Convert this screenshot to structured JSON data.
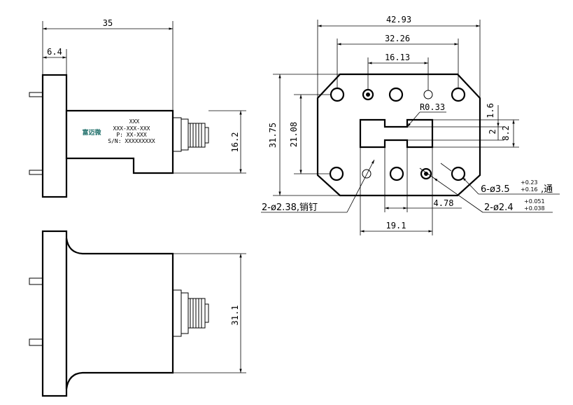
{
  "side_view": {
    "dim_length": "35",
    "dim_flange": "6.4",
    "dim_height": "16.2",
    "label_lines": [
      "XXX",
      "XXX-XXX-XXX",
      "P: XX-XXX",
      "S/N: XXXXXXXXX"
    ],
    "logo_text": "富迈微"
  },
  "bottom_view": {
    "dim_height": "31.1"
  },
  "flange_view": {
    "dim_width_outer": "42.93",
    "dim_width_holes": "32.26",
    "dim_width_pins": "16.13",
    "dim_height_outer": "31.75",
    "dim_height_holes": "21.08",
    "dim_radius": "R0.33",
    "dim_1_6": "1.6",
    "dim_2": "2",
    "dim_8_2": "8.2",
    "dim_4_78": "4.78",
    "dim_19_1": "19.1",
    "callout_pin_main": "2-ø2.38,销钉",
    "callout_hole_main": "2-ø2.4",
    "callout_hole_tol_plus": "+0.051",
    "callout_hole_tol_minus": "+0.038",
    "callout_thru_main": "6-ø3.5",
    "callout_thru_tol_plus": "+0.23",
    "callout_thru_tol_minus": "+0.16",
    "callout_thru_suffix": ",通"
  }
}
